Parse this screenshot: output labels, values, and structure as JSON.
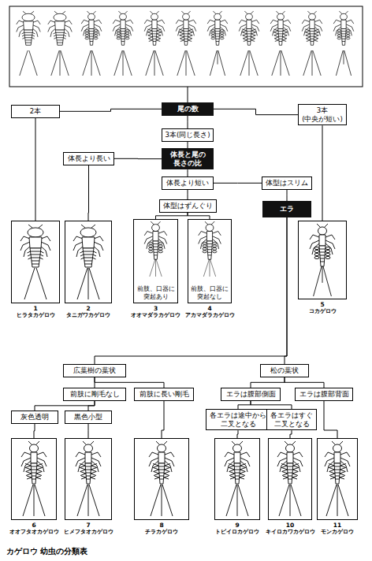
{
  "diagram": {
    "caption": "カゲロウ 幼虫の分類表",
    "nodes": [
      {
        "text": [
          "尾の数"
        ]
      },
      {
        "text": [
          "2本"
        ]
      },
      {
        "text": [
          "3本 (中央が短い)"
        ]
      },
      {
        "text": [
          "3本(同じ長さ)"
        ]
      },
      {
        "text": [
          "体長と尾の 長さの比"
        ]
      },
      {
        "text": [
          "体長より長い"
        ]
      },
      {
        "text": [
          "体長より短い"
        ]
      },
      {
        "text": [
          "体型はスリム"
        ]
      },
      {
        "text": [
          "体型はずんぐり"
        ]
      },
      {
        "text": [
          "エラ"
        ]
      },
      {
        "text": [
          "1",
          "ヒラタカゲロウ"
        ]
      },
      {
        "text": [
          "2",
          "タニガワカゲロウ"
        ]
      },
      {
        "text": [
          "前肢、口器に 突起あり",
          "3",
          "オオマダラカゲロウ"
        ]
      },
      {
        "text": [
          "前肢、口器に 突起なし",
          "4",
          "アカマダラカゲロウ"
        ]
      },
      {
        "text": [
          "5",
          "コカゲロウ"
        ]
      },
      {
        "text": [
          "広葉樹の葉状"
        ]
      },
      {
        "text": [
          "松の葉状"
        ]
      },
      {
        "text": [
          "前肢に剛毛なし"
        ]
      },
      {
        "text": [
          "前肢に長い剛毛"
        ]
      },
      {
        "text": [
          "エラは腹部側面"
        ]
      },
      {
        "text": [
          "エラは腹部背面"
        ]
      },
      {
        "text": [
          "灰色透明"
        ]
      },
      {
        "text": [
          "黒色小型"
        ]
      },
      {
        "text": [
          "各エラは途中から 二叉となる"
        ]
      },
      {
        "text": [
          "各エラはすぐ 二叉となる"
        ]
      },
      {
        "text": [
          "6",
          "オオフタオカゲロウ"
        ]
      },
      {
        "text": [
          "7",
          "ヒメフタオカゲロウ"
        ]
      },
      {
        "text": [
          "8",
          "チラカゲロウ"
        ]
      },
      {
        "text": [
          "9",
          "トビイロカゲロウ"
        ]
      },
      {
        "text": [
          "10",
          "キイロカワカゲロウ"
        ]
      },
      {
        "text": [
          "11",
          "モンカゲロウ"
        ]
      }
    ],
    "edges": [
      {
        "from": 0,
        "to": 1,
        "arrow": "none"
      },
      {
        "from": 0,
        "to": 2,
        "arrow": "none"
      },
      {
        "from": 0,
        "to": 3,
        "arrow": "none"
      },
      {
        "from": 1,
        "to": 10,
        "arrow": "none"
      },
      {
        "from": 2,
        "to": 14,
        "arrow": "none"
      },
      {
        "from": 3,
        "to": 4,
        "arrow": "none"
      },
      {
        "from": 4,
        "to": 5,
        "arrow": "none"
      },
      {
        "from": 4,
        "to": 6,
        "arrow": "none"
      },
      {
        "from": 5,
        "to": 11,
        "arrow": "none"
      },
      {
        "from": 6,
        "to": 7,
        "arrow": "none"
      },
      {
        "from": 6,
        "to": 8,
        "arrow": "none"
      },
      {
        "from": 7,
        "to": 9,
        "arrow": "none"
      },
      {
        "from": 8,
        "to": 12,
        "arrow": "none"
      },
      {
        "from": 8,
        "to": 13,
        "arrow": "none"
      },
      {
        "from": 9,
        "to": 15,
        "arrow": "none"
      },
      {
        "from": 9,
        "to": 16,
        "arrow": "none"
      },
      {
        "from": 15,
        "to": 17,
        "arrow": "none"
      },
      {
        "from": 15,
        "to": 18,
        "arrow": "none"
      },
      {
        "from": 16,
        "to": 19,
        "arrow": "none"
      },
      {
        "from": 16,
        "to": 20,
        "arrow": "none"
      },
      {
        "from": 17,
        "to": 21,
        "arrow": "none"
      },
      {
        "from": 17,
        "to": 22,
        "arrow": "none"
      },
      {
        "from": 18,
        "to": 27,
        "arrow": "none"
      },
      {
        "from": 19,
        "to": 23,
        "arrow": "none"
      },
      {
        "from": 19,
        "to": 24,
        "arrow": "none"
      },
      {
        "from": 20,
        "to": 30,
        "arrow": "none"
      },
      {
        "from": 21,
        "to": 25,
        "arrow": "none"
      },
      {
        "from": 22,
        "to": 26,
        "arrow": "none"
      },
      {
        "from": 23,
        "to": 28,
        "arrow": "none"
      },
      {
        "from": 24,
        "to": 29,
        "arrow": "none"
      }
    ]
  }
}
